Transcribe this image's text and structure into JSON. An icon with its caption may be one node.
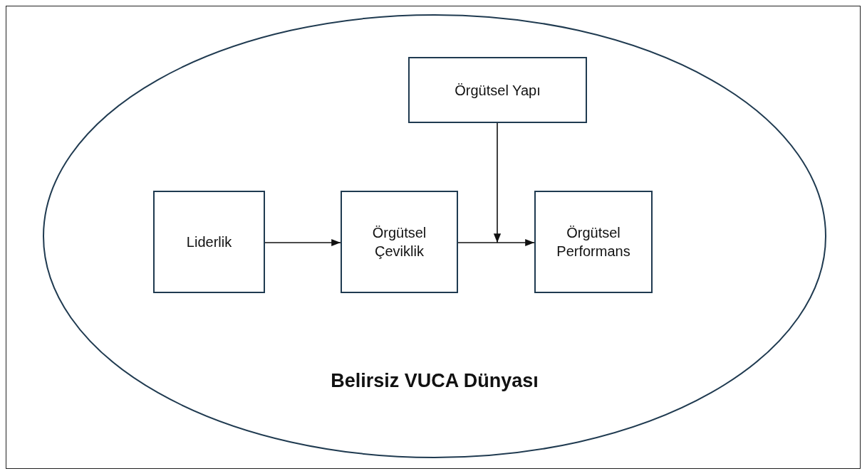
{
  "diagram": {
    "nodes": [
      {
        "text": [
          "Belirsiz VUCA Dünyası"
        ]
      },
      {
        "text": [
          "Örgütsel Yapı"
        ],
        "in": 0
      },
      {
        "text": [
          "Liderlik"
        ],
        "in": 0
      },
      {
        "text": [
          "Örgütsel Çeviklik"
        ],
        "in": 0
      },
      {
        "text": [
          "Örgütsel Performans"
        ],
        "in": 0
      }
    ],
    "edges": [
      {
        "from": 2,
        "to": 3,
        "arrow": "to"
      },
      {
        "from": 3,
        "to": 4,
        "arrow": "to"
      },
      {
        "from": 1,
        "to": null,
        "arrow": "to"
      }
    ]
  }
}
